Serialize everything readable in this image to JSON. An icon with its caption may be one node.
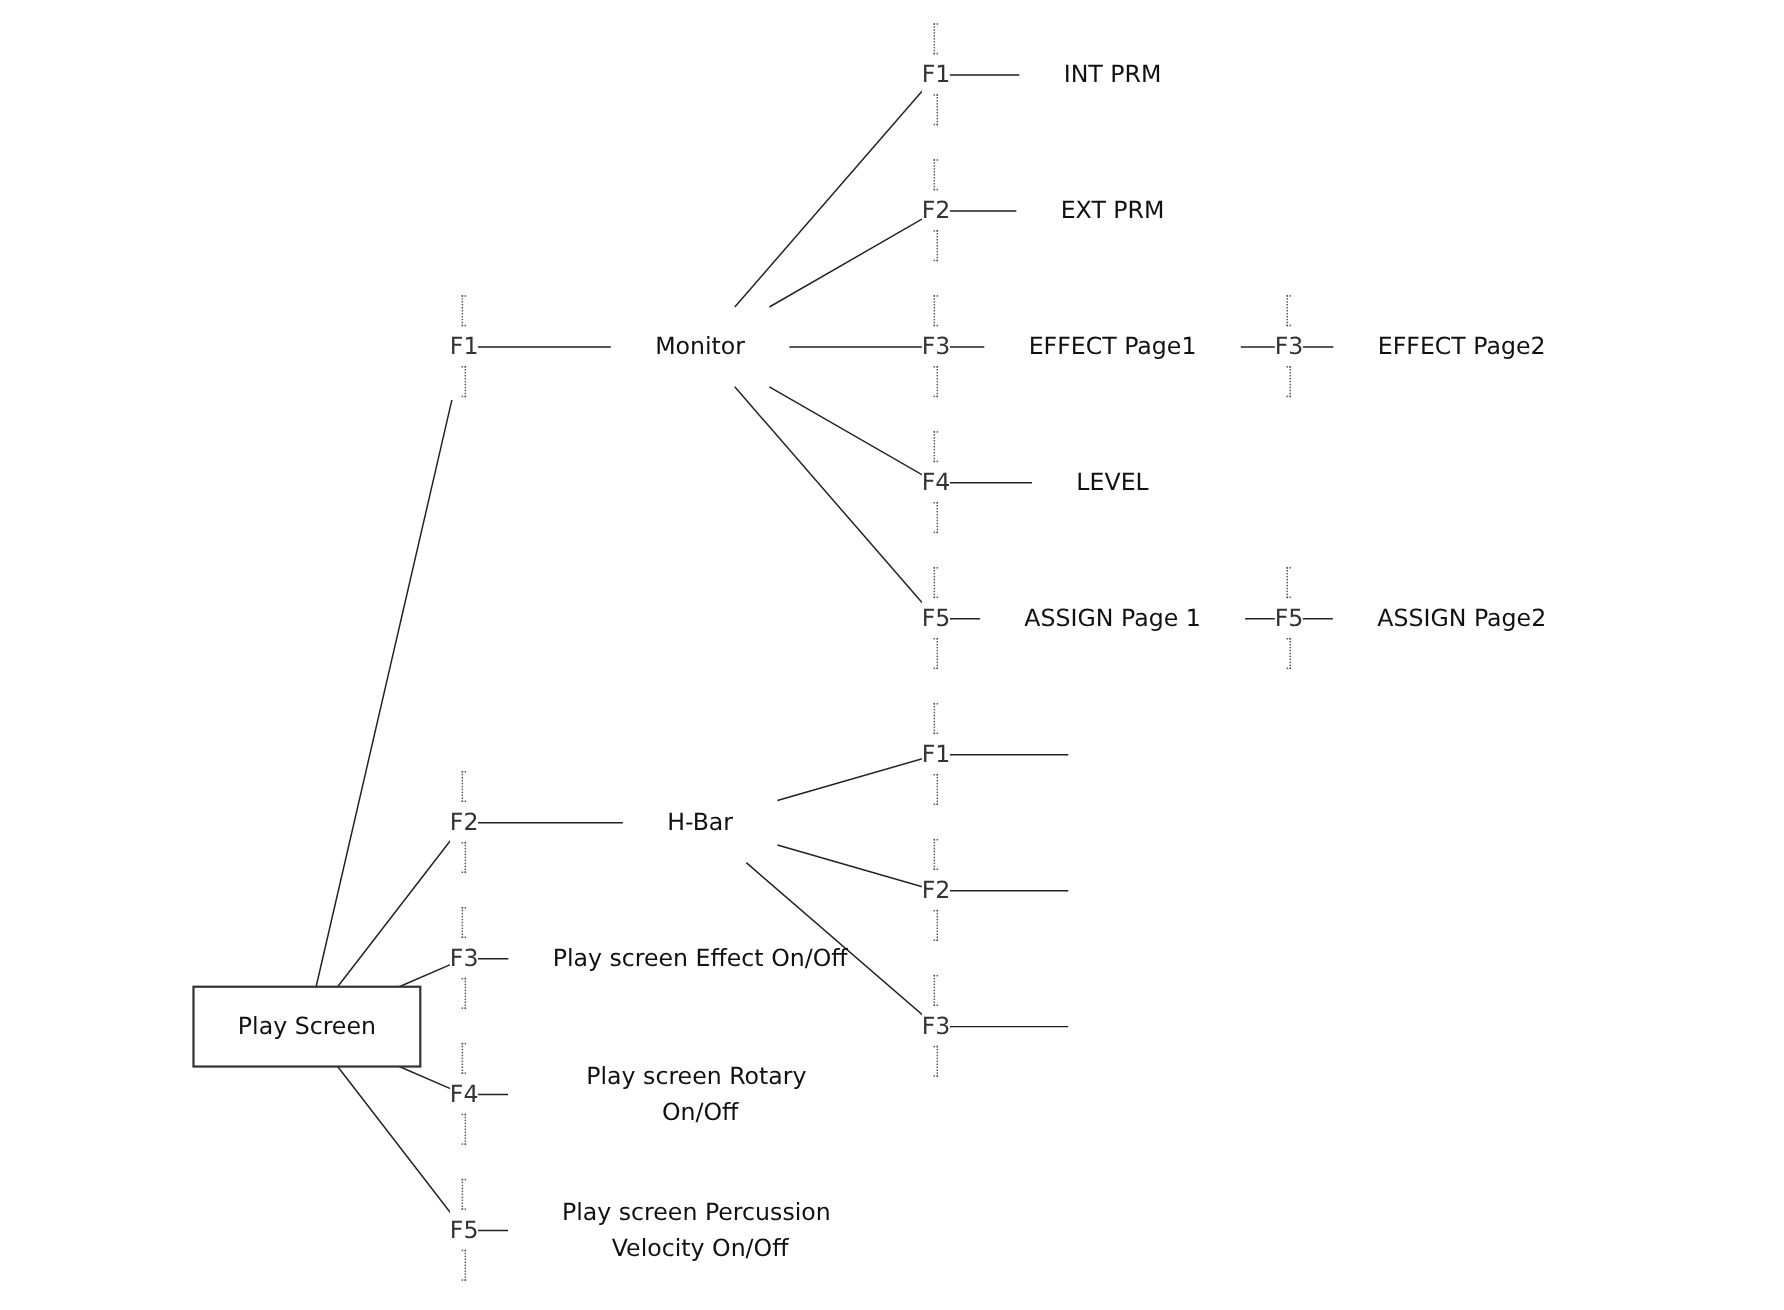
{
  "diagram": {
    "nodes": [
      {
        "text": [
          "Play Screen"
        ]
      },
      {
        "text": [
          "Monitor"
        ]
      },
      {
        "text": [
          "INT PRM"
        ]
      },
      {
        "text": [
          "EXT PRM"
        ]
      },
      {
        "text": [
          "EFFECT Page1"
        ]
      },
      {
        "text": [
          "EFFECT Page2"
        ]
      },
      {
        "text": [
          "LEVEL"
        ]
      },
      {
        "text": [
          "ASSIGN Page 1"
        ]
      },
      {
        "text": [
          "ASSIGN Page2"
        ]
      },
      {
        "text": [
          "H-Bar"
        ]
      },
      {
        "text": [
          "Play screen Effect On/Off"
        ]
      },
      {
        "text": [
          "Play screen Rotary On/Off"
        ]
      },
      {
        "text": [
          "Play screen Percussion Velocity On/Off"
        ]
      }
    ],
    "edges": [
      {
        "from": 0,
        "to": 1,
        "arrow": "none",
        "label": "F1"
      },
      {
        "from": 1,
        "to": 2,
        "arrow": "none",
        "label": "F1"
      },
      {
        "from": 1,
        "to": 3,
        "arrow": "none",
        "label": "F2"
      },
      {
        "from": 1,
        "to": 4,
        "arrow": "none",
        "label": "F3"
      },
      {
        "from": 4,
        "to": 5,
        "arrow": "none",
        "label": "F3"
      },
      {
        "from": 1,
        "to": 6,
        "arrow": "none",
        "label": "F4"
      },
      {
        "from": 1,
        "to": 7,
        "arrow": "none",
        "label": "F5"
      },
      {
        "from": 7,
        "to": 8,
        "arrow": "none",
        "label": "F5"
      },
      {
        "from": 0,
        "to": 9,
        "arrow": "none",
        "label": "F2"
      },
      {
        "from": 9,
        "to": null,
        "arrow": "none",
        "label": "F1"
      },
      {
        "from": 9,
        "to": null,
        "arrow": "none",
        "label": "F2"
      },
      {
        "from": 9,
        "to": null,
        "arrow": "none",
        "label": "F3"
      },
      {
        "from": 0,
        "to": 10,
        "arrow": "none",
        "label": "F3"
      },
      {
        "from": 0,
        "to": 11,
        "arrow": "none",
        "label": "F4"
      },
      {
        "from": 0,
        "to": 12,
        "arrow": "none",
        "label": "F5"
      }
    ]
  }
}
